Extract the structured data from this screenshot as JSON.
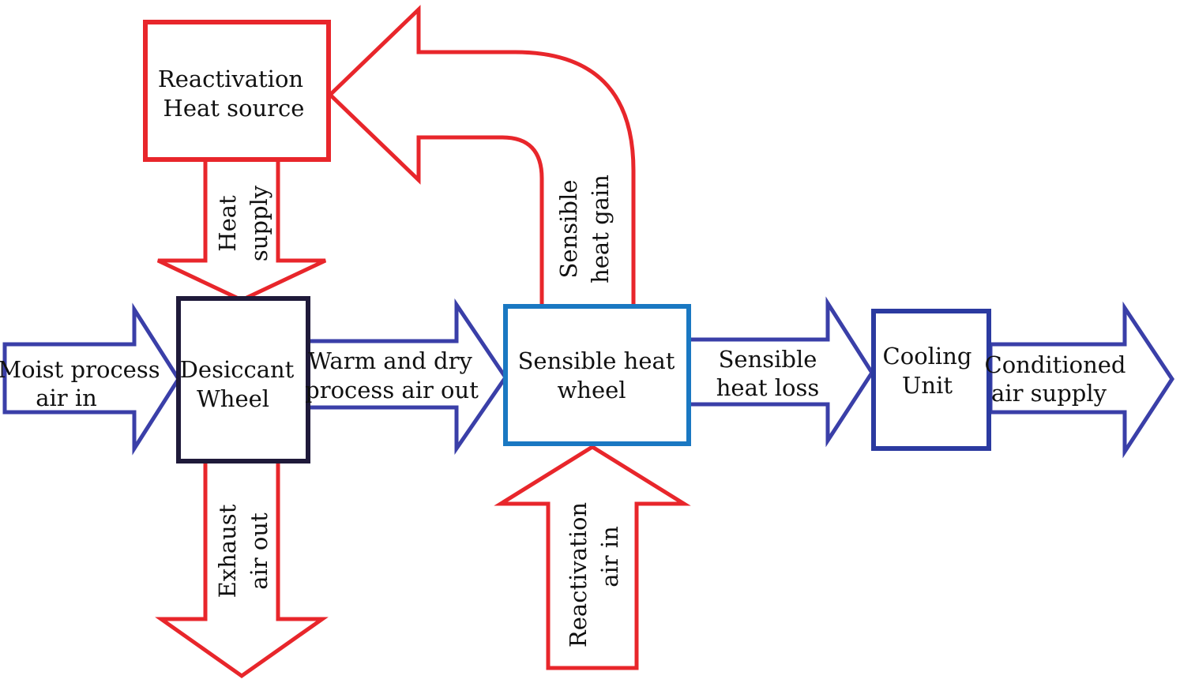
{
  "colors": {
    "heat_arrow": "#e8262b",
    "air_arrow": "#3a3fa8",
    "desiccant_box": "#1f1a3a",
    "sensible_box": "#1a78c2",
    "cooling_box": "#2b3aa0",
    "heat_box": "#e8262b"
  },
  "boxes": {
    "reactivation_heat_source": {
      "line1": "Reactivation",
      "line2": "Heat source"
    },
    "desiccant_wheel": {
      "line1": "Desiccant",
      "line2": "Wheel"
    },
    "sensible_heat_wheel": {
      "line1": "Sensible heat",
      "line2": "wheel"
    },
    "cooling_unit": {
      "line1": "Cooling",
      "line2": "Unit"
    }
  },
  "arrows": {
    "moist_air_in": {
      "line1": "Moist process",
      "line2": "air in"
    },
    "warm_dry_out": {
      "line1": "Warm and dry",
      "line2": "process air out"
    },
    "sensible_heat_loss": {
      "line1": "Sensible",
      "line2": "heat loss"
    },
    "conditioned_supply": {
      "line1": "Conditioned",
      "line2": "air supply"
    },
    "heat_supply": {
      "line1": "Heat",
      "line2": "supply"
    },
    "exhaust_air_out": {
      "line1": "Exhaust",
      "line2": "air out"
    },
    "reactivation_air_in": {
      "line1": "Reactivation",
      "line2": "air in"
    },
    "sensible_heat_gain": {
      "line1": "Sensible",
      "line2": "heat gain"
    }
  }
}
